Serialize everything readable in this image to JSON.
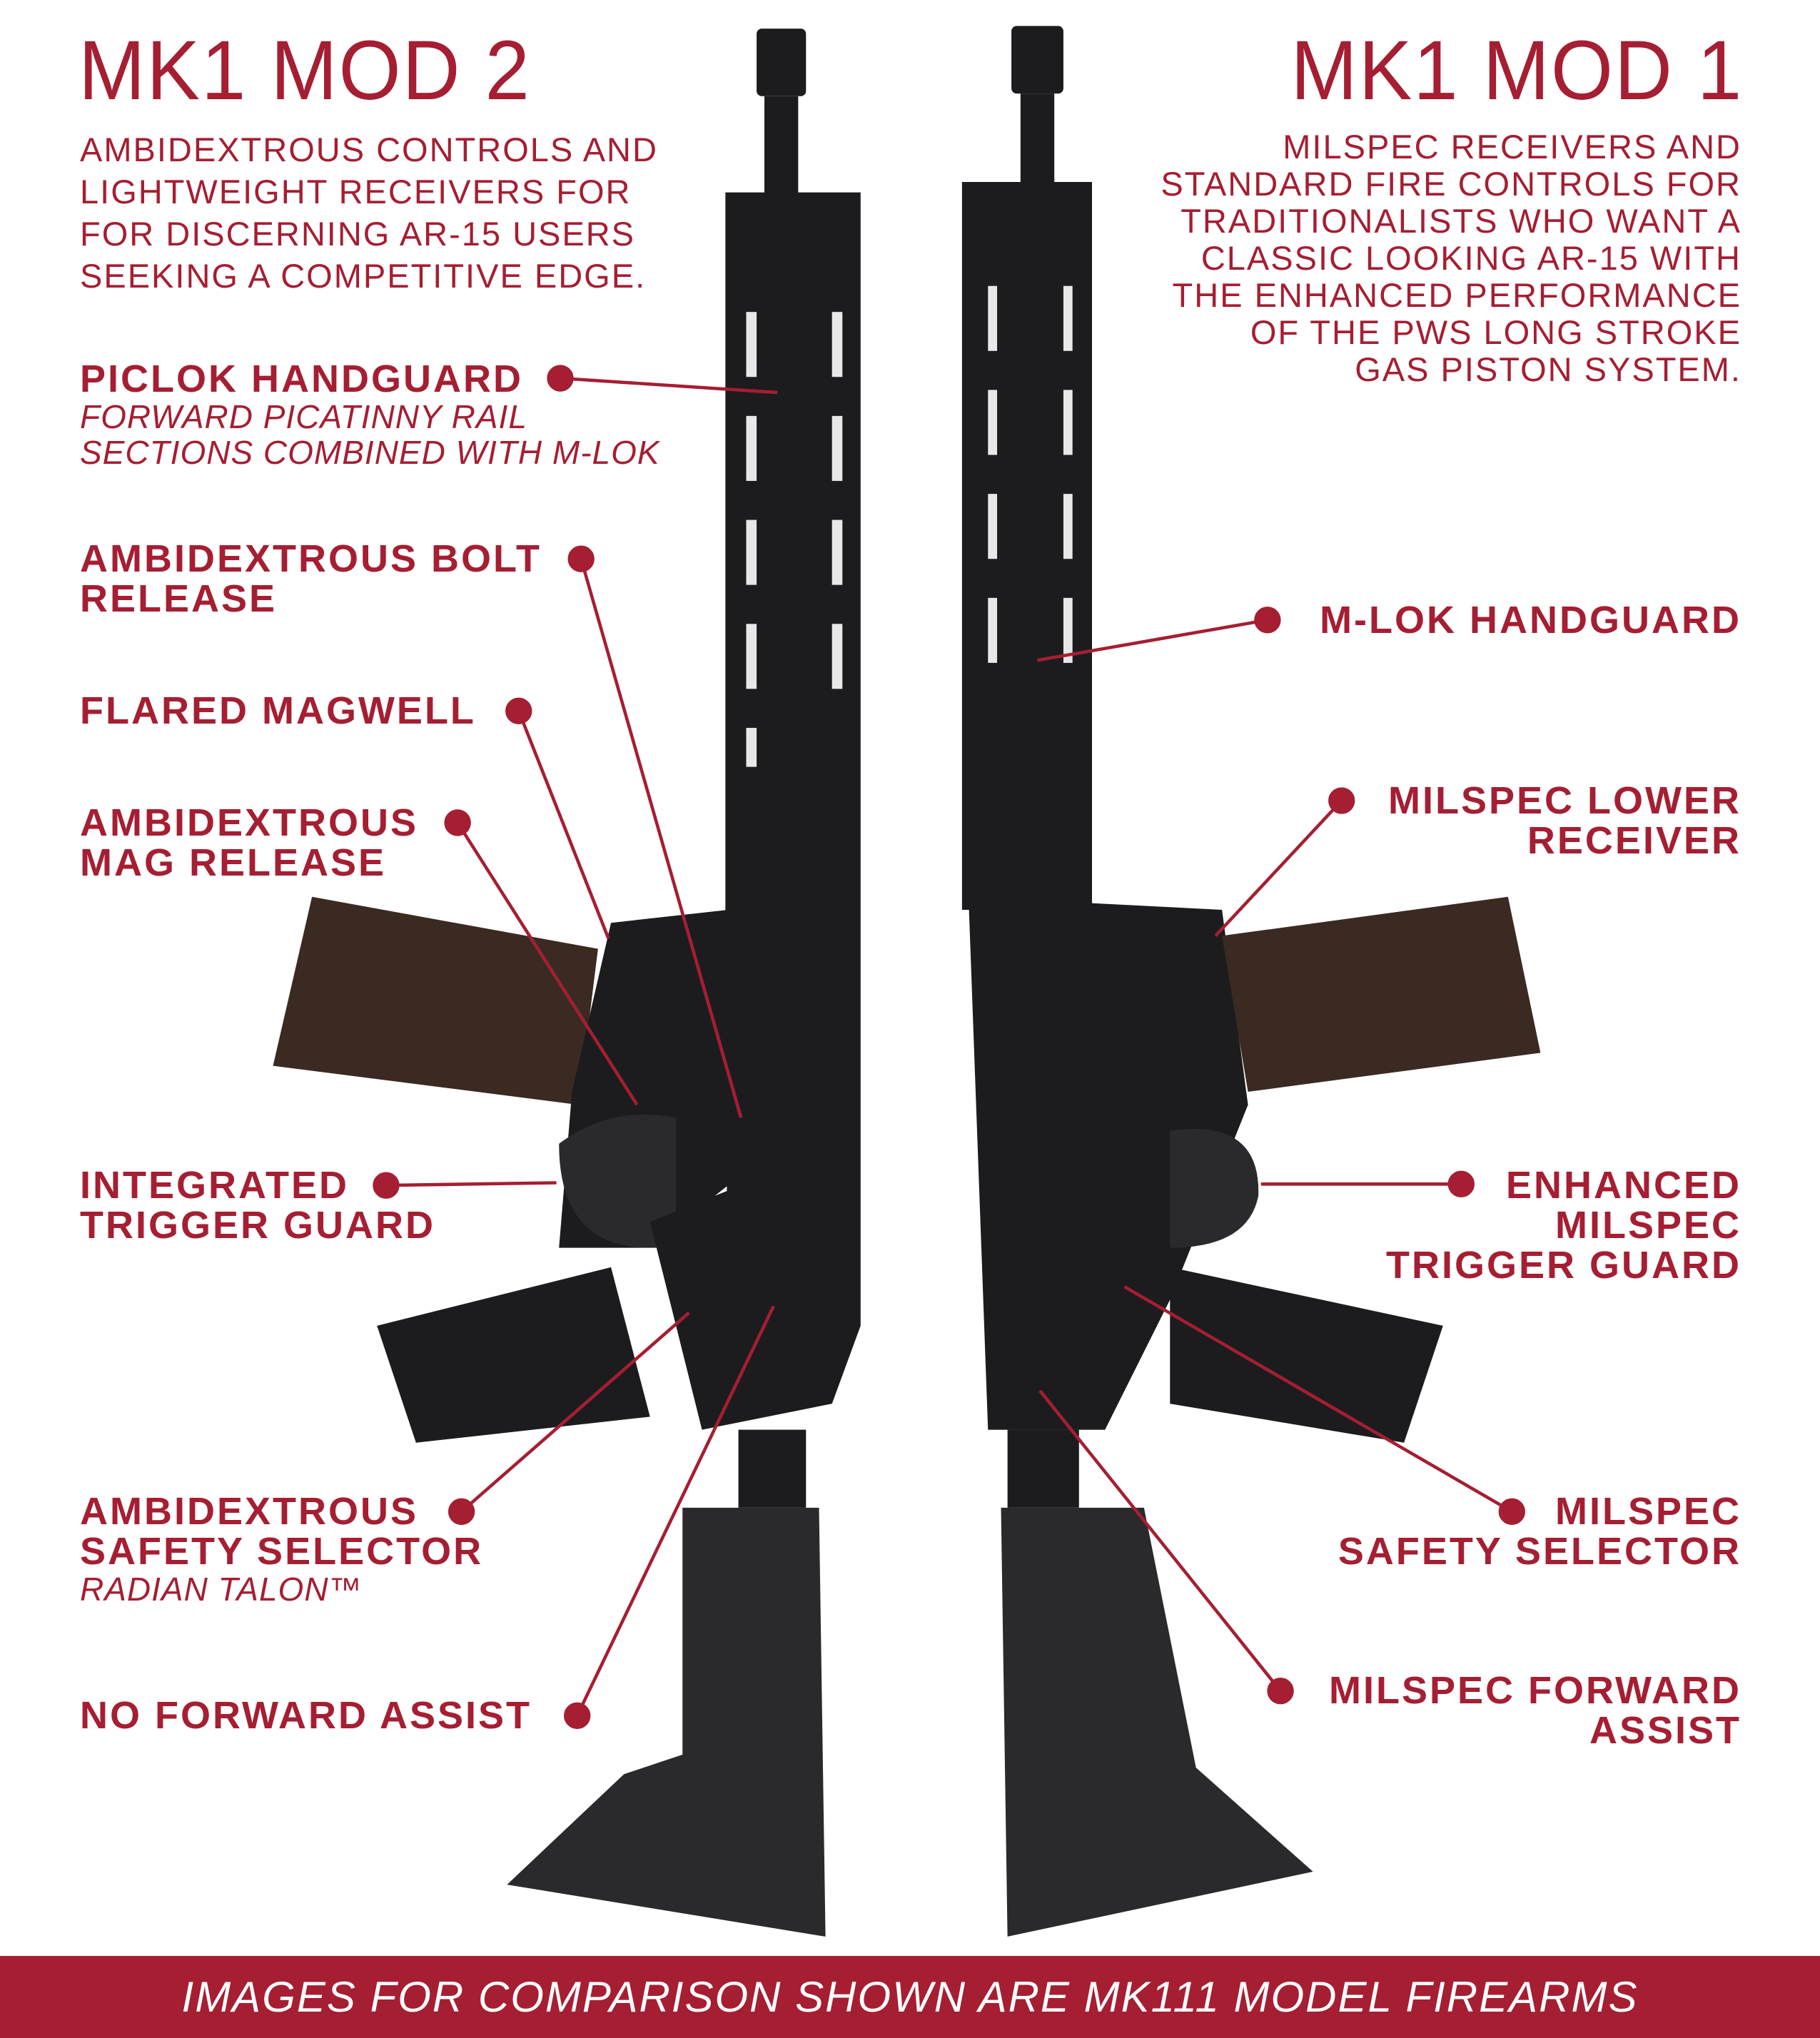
{
  "colors": {
    "accent": "#a51e32",
    "gun": "#1c1c1e",
    "footer_text": "#ffffff"
  },
  "left": {
    "title": "MK1 MOD 2",
    "description": [
      "AMBIDEXTROUS CONTROLS AND",
      "LIGHTWEIGHT RECEIVERS FOR",
      "FOR DISCERNING AR-15 USERS",
      "SEEKING A COMPETITIVE EDGE."
    ],
    "callouts": [
      {
        "lines": [
          "PICLOK HANDGUARD"
        ],
        "sub": [
          "FORWARD PICATINNY RAIL",
          "SECTIONS COMBINED WITH M-LOK"
        ]
      },
      {
        "lines": [
          "AMBIDEXTROUS BOLT",
          "RELEASE"
        ]
      },
      {
        "lines": [
          "FLARED MAGWELL"
        ]
      },
      {
        "lines": [
          "AMBIDEXTROUS",
          "MAG RELEASE"
        ]
      },
      {
        "lines": [
          "INTEGRATED",
          "TRIGGER GUARD"
        ]
      },
      {
        "lines": [
          "AMBIDEXTROUS",
          "SAFETY SELECTOR"
        ],
        "sub": [
          "RADIAN TALON™"
        ]
      },
      {
        "lines": [
          "NO FORWARD ASSIST"
        ]
      }
    ]
  },
  "right": {
    "title": "MK1 MOD 1",
    "description": [
      "MILSPEC RECEIVERS AND",
      "STANDARD FIRE CONTROLS FOR",
      "TRADITIONALISTS WHO WANT A",
      "CLASSIC LOOKING AR-15 WITH",
      "THE ENHANCED PERFORMANCE",
      "OF THE PWS LONG STROKE",
      "GAS PISTON SYSTEM."
    ],
    "callouts": [
      {
        "lines": [
          "M-LOK HANDGUARD"
        ]
      },
      {
        "lines": [
          "MILSPEC LOWER",
          "RECEIVER"
        ]
      },
      {
        "lines": [
          "ENHANCED",
          "MILSPEC",
          "TRIGGER GUARD"
        ]
      },
      {
        "lines": [
          "MILSPEC",
          "SAFETY SELECTOR"
        ]
      },
      {
        "lines": [
          "MILSPEC FORWARD",
          "ASSIST"
        ]
      }
    ]
  },
  "footer": {
    "text": "IMAGES FOR COMPARISON SHOWN ARE MK111 MODEL FIREARMS"
  }
}
